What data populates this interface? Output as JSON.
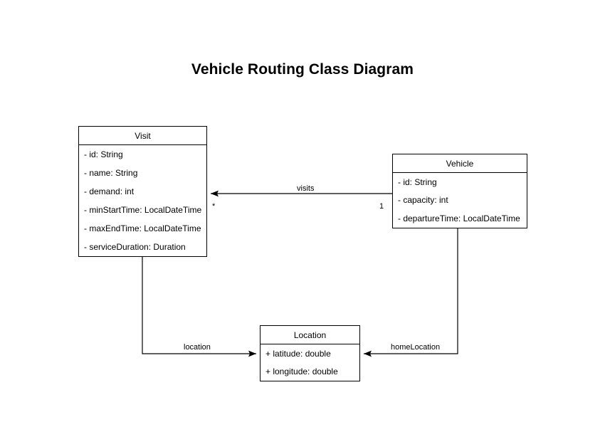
{
  "diagram": {
    "title": "Vehicle Routing Class Diagram",
    "type": "uml-class-diagram",
    "background_color": "#ffffff",
    "line_color": "#000000",
    "text_color": "#000000"
  },
  "classes": [
    {
      "id": "visit",
      "name": "Visit",
      "attributes": [
        "- id: String",
        "- name: String",
        "- demand: int",
        "- minStartTime: LocalDateTime",
        "- maxEndTime: LocalDateTime",
        "- serviceDuration: Duration"
      ]
    },
    {
      "id": "vehicle",
      "name": "Vehicle",
      "attributes": [
        "- id: String",
        "- capacity: int",
        "- departureTime: LocalDateTime"
      ]
    },
    {
      "id": "location",
      "name": "Location",
      "attributes": [
        "+ latitude: double",
        "+ longitude: double"
      ]
    }
  ],
  "relationships": [
    {
      "id": "visits",
      "label": "visits",
      "from": "Vehicle",
      "to": "Visit",
      "source_multiplicity": "1",
      "target_multiplicity": "*",
      "arrow": "open-directed"
    },
    {
      "id": "location",
      "label": "location",
      "from": "Visit",
      "to": "Location",
      "source_multiplicity": "",
      "target_multiplicity": "",
      "arrow": "open-directed"
    },
    {
      "id": "homeLocation",
      "label": "homeLocation",
      "from": "Vehicle",
      "to": "Location",
      "source_multiplicity": "",
      "target_multiplicity": "",
      "arrow": "open-directed"
    }
  ]
}
